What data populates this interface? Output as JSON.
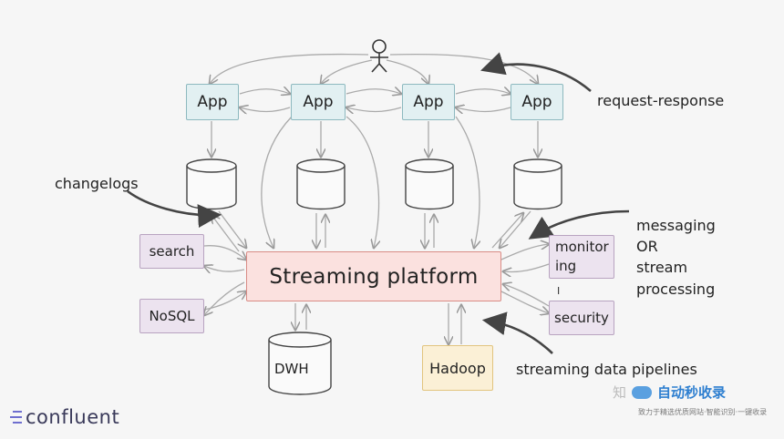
{
  "apps": [
    "App",
    "App",
    "App",
    "App"
  ],
  "left_boxes": [
    "search",
    "NoSQL"
  ],
  "right_boxes": [
    "monitor\ning",
    "security"
  ],
  "platform_label": "Streaming platform",
  "dwh_label": "DWH",
  "hadoop_label": "Hadoop",
  "annotations": {
    "request_response": "request-response",
    "changelogs": "changelogs",
    "messaging": "messaging\nOR\nstream\nprocessing",
    "pipelines": "streaming data pipelines"
  },
  "logo": "confluent",
  "watermark": {
    "text": "自动秒收录",
    "prefix": "知",
    "sub": "致力于精选优质网站·智能识别·一键收录"
  },
  "colors": {
    "app_fill": "#e2f0f2",
    "platform_fill": "#fbe1df",
    "side_fill": "#ece3ef",
    "hadoop_fill": "#fbf0d6",
    "logo_accent": "#6f6fcf"
  }
}
